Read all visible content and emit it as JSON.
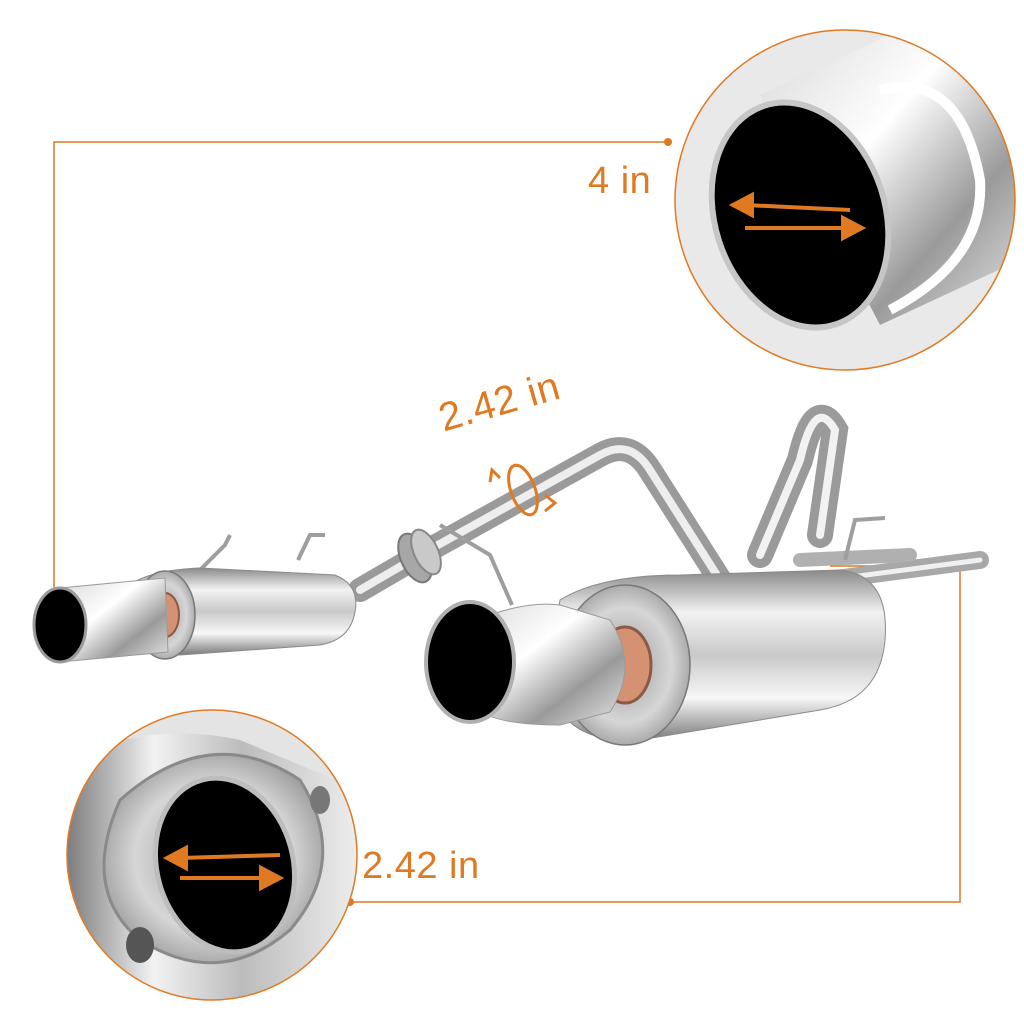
{
  "labels": {
    "tip_diameter": "4 in",
    "pipe_diameter": "2.42 in",
    "flange_diameter": "2.42 in"
  },
  "colors": {
    "accent": "#e07a22",
    "background": "#ffffff",
    "chrome_light": "#f4f4f4",
    "chrome_mid": "#bdbdbd",
    "chrome_dark": "#6e6e6e",
    "opening": "#000000"
  },
  "icons": {
    "dimension_arrow": "double-headed-arrow-icon",
    "rotation_arrow": "rotation-arrow-icon"
  }
}
